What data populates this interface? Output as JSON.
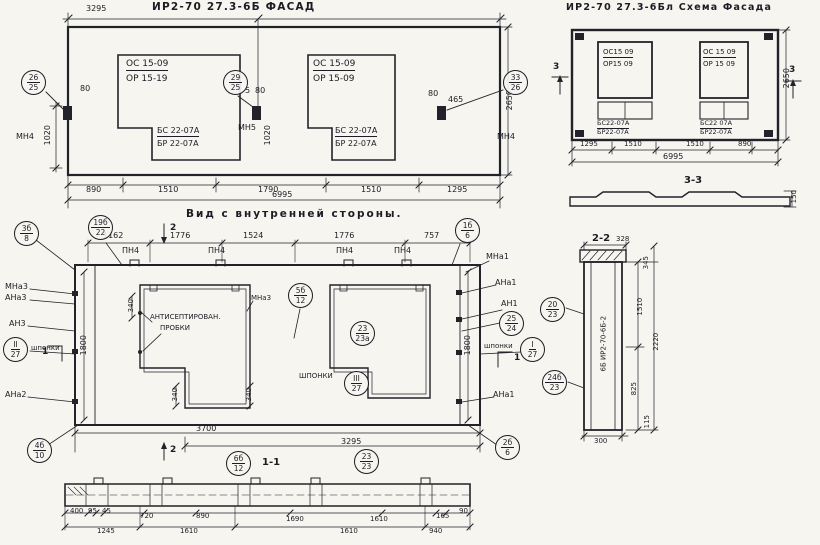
{
  "drawing": {
    "facade": {
      "title": "ИР2-70 27.3-6Б  ФАСАД",
      "dim_top": "3295",
      "dim_80_left": "80",
      "dim_1020_left": "1020",
      "dim_5_mid": "5",
      "dim_80_mid": "80",
      "dim_1020_mid": "1020",
      "dim_80_right": "80",
      "dim_465": "465",
      "dim_height": "2650",
      "dims_bottom": [
        "890",
        "1510",
        "1790",
        "1510",
        "1295"
      ],
      "dim_total": "6995",
      "windows": [
        {
          "l1": "ОС 15-09",
          "l2": "ОР 15-19",
          "l3": "БС 22-07А",
          "l4": "БР 22-07А"
        },
        {
          "l1": "ОС 15-09",
          "l2": "ОР 15-09",
          "l3": "БС 22-07А",
          "l4": "БР 22-07А"
        }
      ],
      "callouts": [
        {
          "t": "26",
          "b": "25"
        },
        {
          "t": "29",
          "b": "25"
        },
        {
          "t": "33",
          "b": "26"
        }
      ],
      "anchors": [
        "МН4",
        "МН5",
        "МН4"
      ]
    },
    "scheme": {
      "title": "ИР2-70 27.3-6Бл  Схема Фасада",
      "windows": [
        {
          "l1": "ОС15 09",
          "l2": "ОР15 09",
          "l3": "БС22-07А",
          "l4": "БР22-07А"
        },
        {
          "l1": "ОС 15 09",
          "l2": "ОР 15 09",
          "l3": "БС22 07А",
          "l4": "БР22-07А"
        }
      ],
      "dims_bottom": [
        "1295",
        "1510",
        "1510",
        "890"
      ],
      "dim_total": "6995",
      "dim_height": "2650",
      "mark": "3",
      "strip_label": "3-3",
      "strip_dim": "150"
    },
    "inner": {
      "title": "Вид с внутренней стороны.",
      "dims_top": [
        "1162",
        "1776",
        "1524",
        "1776",
        "757"
      ],
      "pn": "ПН4",
      "mark2": "2",
      "mark1": "1",
      "labels_left": [
        "МНа3",
        "АНа3",
        "АН3",
        "шпонки",
        "АНа2"
      ],
      "labels_right": [
        "МНа1",
        "АНа1",
        "АН1",
        "шпонки",
        "АНа1"
      ],
      "note1": "АНТИСЕПТИРОВАН.",
      "note2": "ПРОБКИ",
      "mna3_mid": "МНа3",
      "shponki_mid": "ШПОНКИ",
      "dim_340": "340",
      "dim_1800": "1800",
      "dim_3700": "3700",
      "dim_3295": "3295",
      "section_label": "1-1",
      "callouts": [
        {
          "t": "3б",
          "b": "8"
        },
        {
          "t": "19б",
          "b": "22"
        },
        {
          "t": "1б",
          "b": "6"
        },
        {
          "t": "5б",
          "b": "12"
        },
        {
          "t": "23",
          "b": "23а"
        },
        {
          "t": "25",
          "b": "24"
        },
        {
          "t": "II",
          "b": "27"
        },
        {
          "t": "I",
          "b": "27"
        },
        {
          "t": "III",
          "b": "27"
        },
        {
          "t": "4б",
          "b": "10"
        },
        {
          "t": "2б",
          "b": "6"
        },
        {
          "t": "6б",
          "b": "12"
        },
        {
          "t": "23",
          "b": "23"
        }
      ]
    },
    "section22": {
      "title": "2-2",
      "dim_328": "328",
      "dim_345": "345",
      "dim_1510": "1510",
      "dim_2220": "2220",
      "dim_825": "825",
      "dim_115": "115",
      "dim_300": "300",
      "stamp": "6Б ИР2-70-6Б-2",
      "callouts": [
        {
          "t": "20",
          "b": "23"
        },
        {
          "t": "24б",
          "b": "23"
        }
      ]
    },
    "section11": {
      "dims_row1": [
        "400",
        "95",
        "45",
        "720",
        "890",
        "1690",
        "1610",
        "165",
        "90"
      ],
      "dims_row2": [
        "1245",
        "1610",
        "1610",
        "940"
      ]
    }
  }
}
